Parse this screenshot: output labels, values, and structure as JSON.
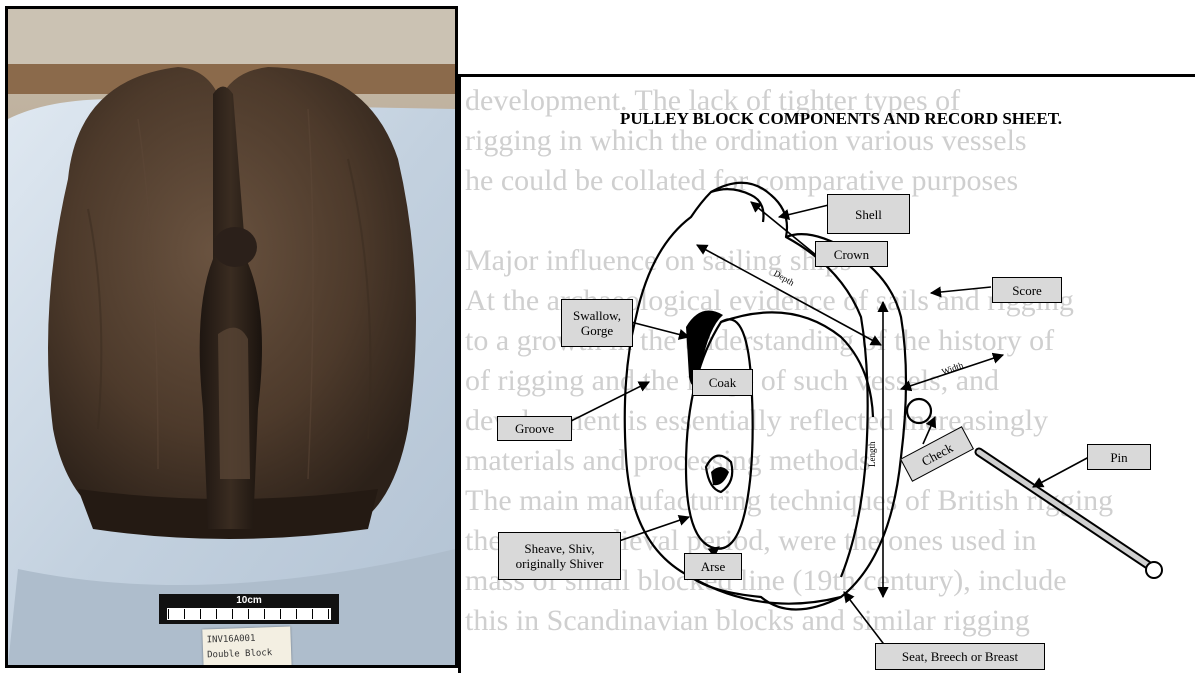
{
  "photo": {
    "scale_text": "10cm",
    "tag_line1": "INV16A001",
    "tag_line2": "Double Block"
  },
  "diagram": {
    "title": "PULLEY BLOCK COMPONENTS AND RECORD SHEET.",
    "labels": {
      "shell": "Shell",
      "crown": "Crown",
      "score": "Score",
      "swallow": "Swallow, Gorge",
      "coak": "Coak",
      "groove": "Groove",
      "check": "Check",
      "pin": "Pin",
      "sheave": "Sheave, Shiv, originally Shiver",
      "arse": "Arse",
      "seat": "Seat, Breech or Breast"
    },
    "dimensions": {
      "depth": "Depth",
      "width": "Width",
      "length": "Length"
    },
    "background_lines": [
      "development. The lack of tighter types of",
      "rigging in which the ordination various vessels",
      "he could be collated for comparative purposes",
      "",
      "Major influence on sailing ships",
      "At the archaeological evidence of sails and rigging",
      "to a growth in the understanding of the history of",
      "of rigging and the range of such vessels, and",
      "development is essentially reflected increasingly",
      "materials and processing methods",
      "The main manufacturing techniques of British rigging",
      "the post-medieval period, were the ones used in",
      "mass of small blocked line (19th century), include",
      "this in Scandinavian blocks and similar rigging"
    ]
  }
}
